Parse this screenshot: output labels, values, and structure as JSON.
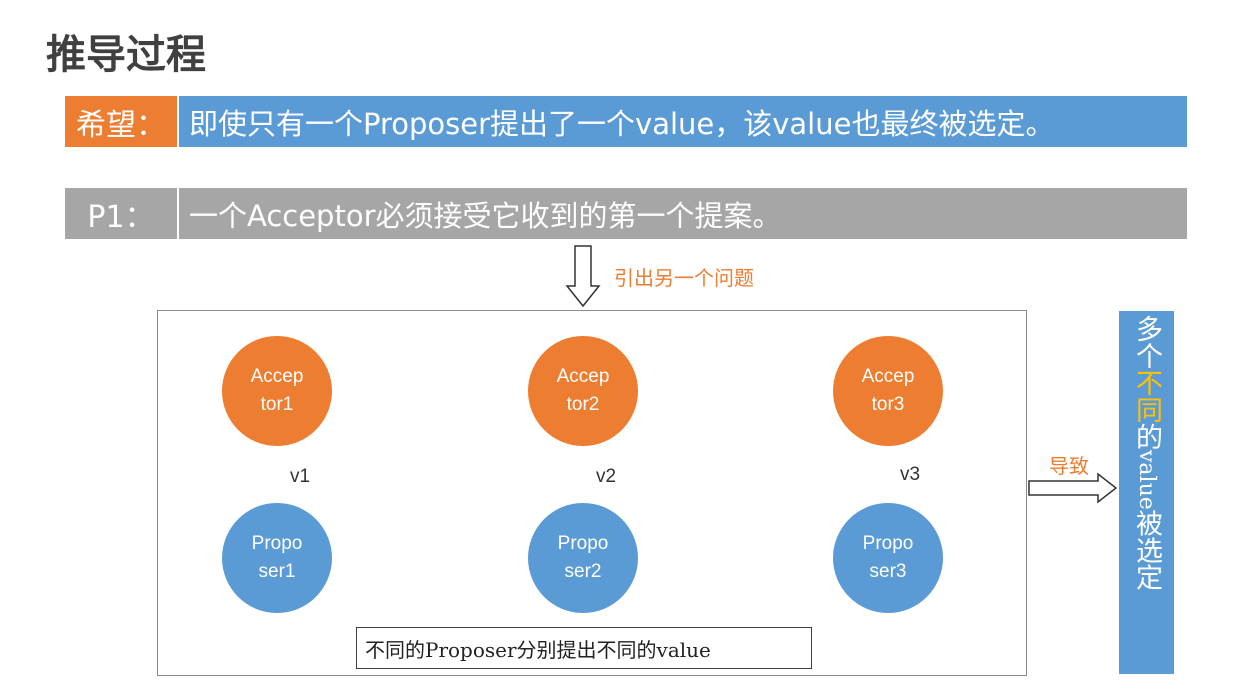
{
  "title": "推导过程",
  "hope": {
    "label": "希望：",
    "text": "即使只有一个Proposer提出了一个value，该value也最终被选定。"
  },
  "p1": {
    "label": "P1：",
    "text": "一个Acceptor必须接受它收到的第一个提案。"
  },
  "lead_note": "引出另一个问题",
  "cause_note": "导致",
  "acceptors": [
    {
      "line1": "Accep",
      "line2": "tor1"
    },
    {
      "line1": "Accep",
      "line2": "tor2"
    },
    {
      "line1": "Accep",
      "line2": "tor3"
    }
  ],
  "proposers": [
    {
      "line1": "Propo",
      "line2": "ser1"
    },
    {
      "line1": "Propo",
      "line2": "ser2"
    },
    {
      "line1": "Propo",
      "line2": "ser3"
    }
  ],
  "values": [
    "v1",
    "v2",
    "v3"
  ],
  "footer_note": "不同的Proposer分别提出不同的value",
  "result": {
    "part1": "多个",
    "highlight": "不同",
    "part2": "的",
    "part3": "value",
    "part4": "被选定"
  },
  "colors": {
    "orange": "#ed7d31",
    "blue": "#5b9bd5",
    "gray": "#a6a6a6",
    "highlight": "#ffc000"
  }
}
